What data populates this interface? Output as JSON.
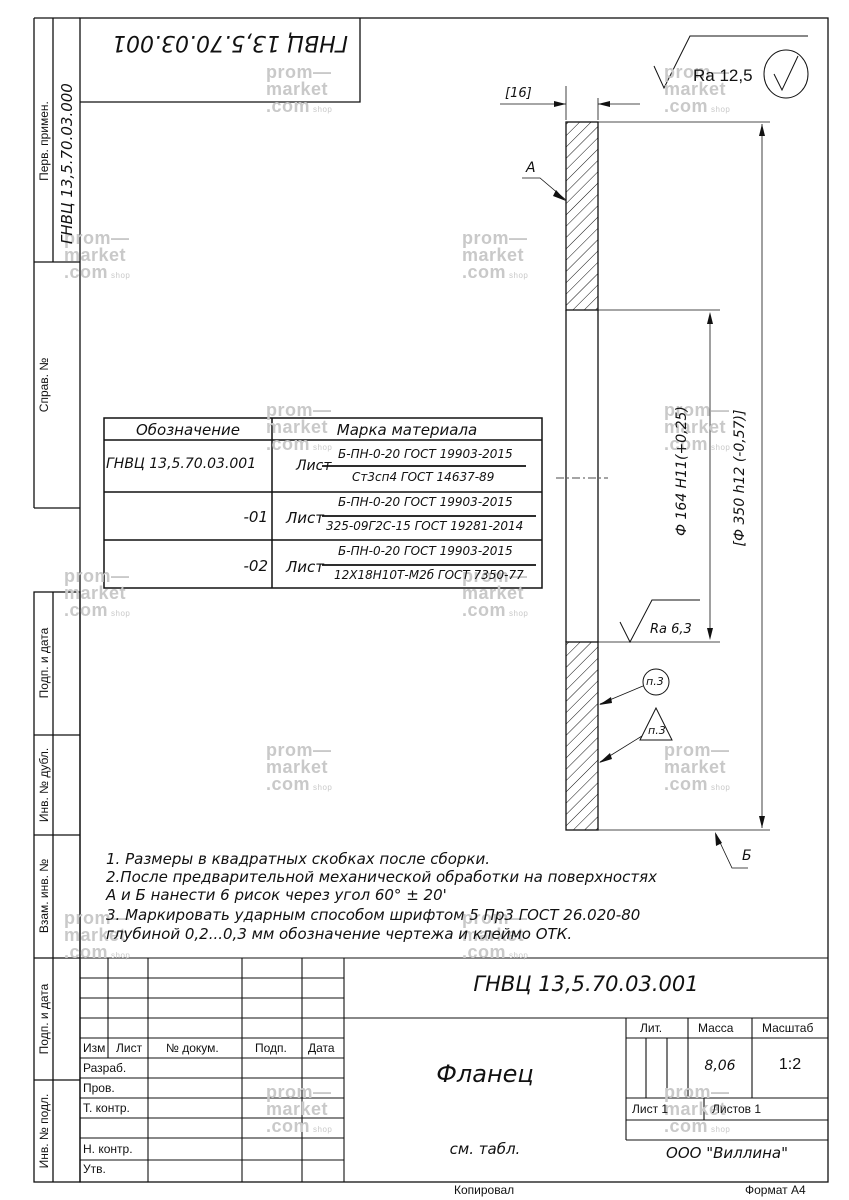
{
  "stamp_code_top": "ГНВЦ 13,5.70.03.001",
  "side_labels": {
    "perv_primen": "Перв. примен.",
    "perv_primen_value": "ГНВЦ 13,5.70.03.000",
    "sprav_no": "Справ. №",
    "podp_data_1": "Подп. и дата",
    "inv_dubl": "Инв. № дубл.",
    "vzam_inv": "Взам. инв. №",
    "podp_data_2": "Подп. и дата",
    "inv_podl": "Инв. № подл."
  },
  "drawing": {
    "dim_16": "[16]",
    "label_A": "А",
    "label_B": "Б",
    "ra_main": "Ra 12,5",
    "ra_bore": "Ra 6,3",
    "dia_164": "Ф 164 H11(+0,25)",
    "dia_350": "[Ф 350 h12 (-0,57)]",
    "ref_p3_circle": "п.3",
    "ref_p3_triangle": "п.3"
  },
  "material_table": {
    "headers": [
      "Обозначение",
      "Марка материала"
    ],
    "rows": [
      {
        "designation": "ГНВЦ 13,5.70.03.001",
        "kind": "Лист",
        "top": "Б-ПН-0-20 ГОСТ 19903-2015",
        "bottom": "Ст3сп4 ГОСТ 14637-89"
      },
      {
        "designation": "-01",
        "kind": "Лист",
        "top": "Б-ПН-0-20 ГОСТ 19903-2015",
        "bottom": "325-09Г2С-15 ГОСТ 19281-2014"
      },
      {
        "designation": "-02",
        "kind": "Лист",
        "top": "Б-ПН-0-20 ГОСТ 19903-2015",
        "bottom": "12Х18Н10Т-М2б ГОСТ 7350-77"
      }
    ]
  },
  "notes": [
    "1. Размеры в квадратных скобках после сборки.",
    "2.После предварительной механической обработки на поверхностях",
    "А и Б нанести 6 рисок через угол 60° ± 20'",
    "3. Маркировать ударным способом шрифтом 5 Пр3 ГОСТ 26.020-80",
    "глубиной 0,2...0,3 мм обозначение чертежа и клеймо ОТК."
  ],
  "title_block": {
    "doc_code": "ГНВЦ 13,5.70.03.001",
    "part_name": "Фланец",
    "material": "см. табл.",
    "col_izm": "Изм",
    "col_list": "Лист",
    "col_doc": "№ докум.",
    "col_podp": "Подп.",
    "col_data": "Дата",
    "razrab": "Разраб.",
    "prov": "Пров.",
    "t_kontr": "Т. контр.",
    "n_kontr": "Н. контр.",
    "utv": "Утв.",
    "lit": "Лит.",
    "massa": "Масса",
    "masshtab": "Масштаб",
    "mass_value": "8,06",
    "scale_value": "1:2",
    "sheet": "Лист 1",
    "sheets": "Листов 1",
    "company": "ООО \"Виллина\""
  },
  "footer": {
    "kopiroval": "Копировал",
    "format": "Формат А4"
  },
  "watermark": {
    "line1": "prom—",
    "line2": "market",
    "line3": ".com",
    "shop": "shop"
  },
  "colors": {
    "line": "#111111",
    "watermark": "#c9c9c9"
  }
}
